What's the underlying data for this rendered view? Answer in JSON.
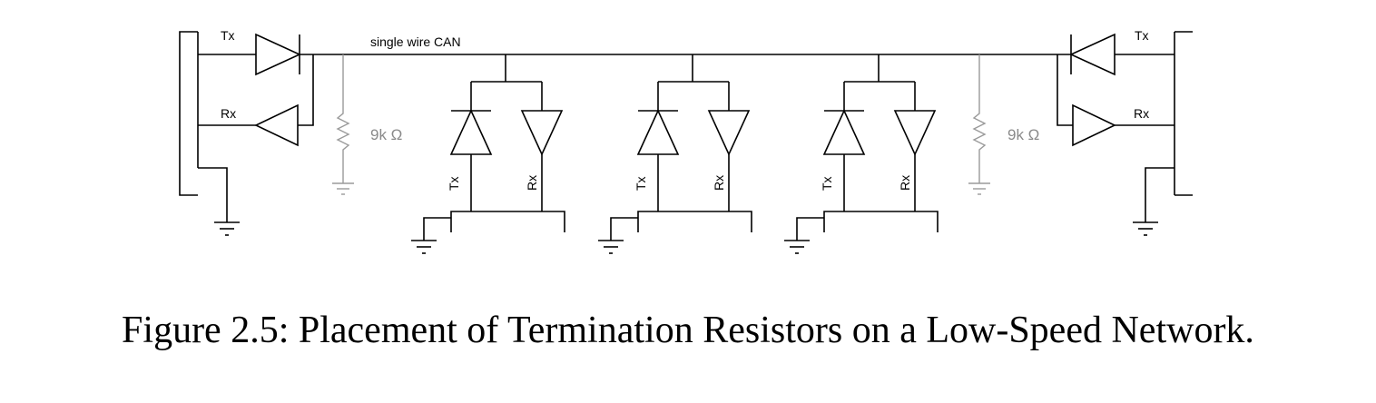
{
  "diagram": {
    "bus_label": "single wire CAN",
    "left_node": {
      "tx_label": "Tx",
      "rx_label": "Rx"
    },
    "right_node": {
      "tx_label": "Tx",
      "rx_label": "Rx"
    },
    "left_resistor": "9k Ω",
    "right_resistor": "9k Ω",
    "middle_nodes": [
      {
        "tx_label": "Tx",
        "rx_label": "Rx"
      },
      {
        "tx_label": "Tx",
        "rx_label": "Rx"
      },
      {
        "tx_label": "Tx",
        "rx_label": "Rx"
      }
    ]
  },
  "caption": "Figure 2.5: Placement of Termination Resistors on a Low-Speed Network."
}
